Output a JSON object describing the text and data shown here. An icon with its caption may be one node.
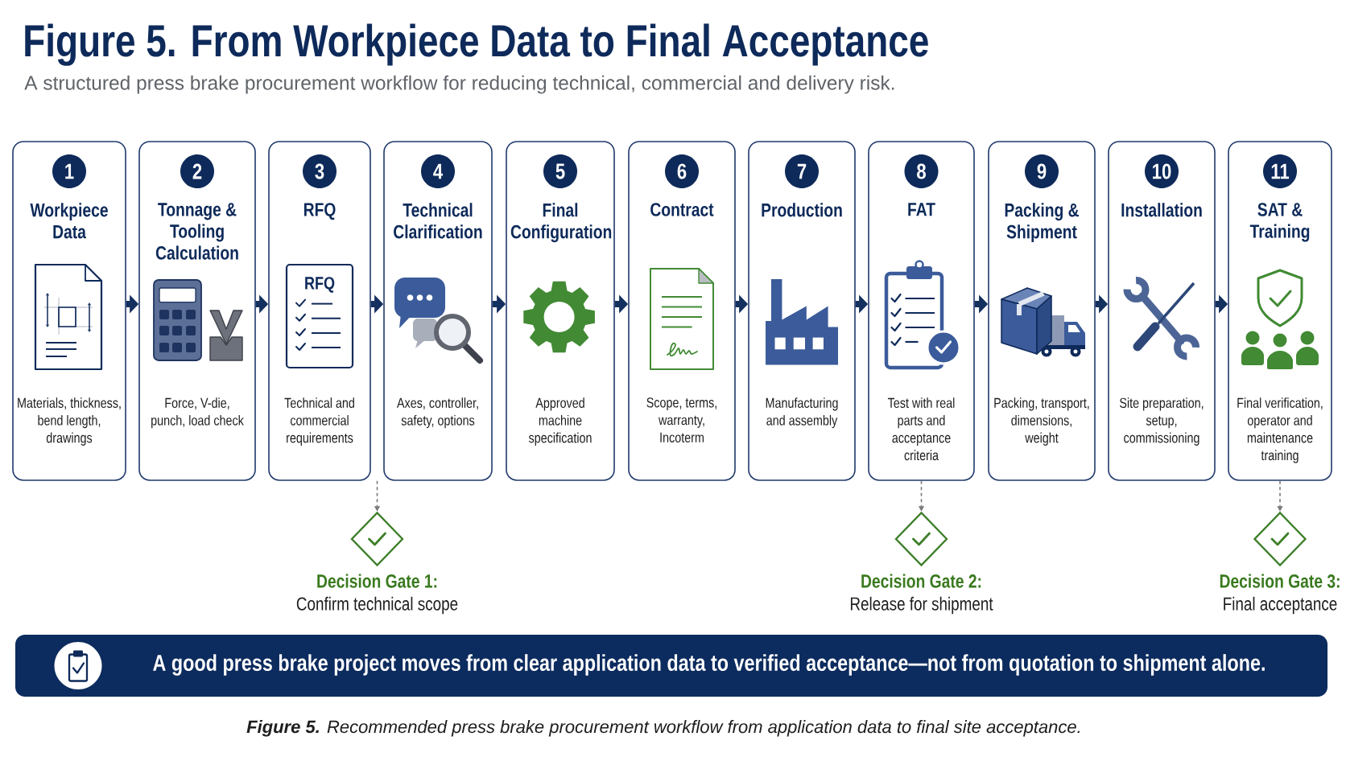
{
  "diagram": {
    "title": "Figure 5. From Workpiece Data to Final Acceptance",
    "caption": "**Figure 5.** Recommended press brake procurement workflow from application data to final site acceptance.",
    "nodes": [
      {
        "text": [
          "Workpiece Data",
          "Materials, thickness, bend length, drawings"
        ]
      },
      {
        "text": [
          "1"
        ],
        "in": 0
      },
      {
        "text": [
          "Tonnage & Tooling Calculation",
          "Force, V-die, punch, load check"
        ]
      },
      {
        "text": [
          "2"
        ],
        "in": 2
      },
      {
        "text": [
          "RFQ",
          "Technical and commercial requirements"
        ]
      },
      {
        "text": [
          "3"
        ],
        "in": 4
      },
      {
        "text": [
          "RFQ"
        ],
        "in": 4
      },
      {
        "text": [
          "Technical Clarification",
          "Axes, controller, safety, options"
        ]
      },
      {
        "text": [
          "4"
        ],
        "in": 7
      },
      {
        "text": [
          "Final Configuration",
          "Approved machine specification"
        ]
      },
      {
        "text": [
          "5"
        ],
        "in": 9
      },
      {
        "text": [
          "Contract",
          "Scope, terms, warranty, Incoterm"
        ]
      },
      {
        "text": [
          "6"
        ],
        "in": 11
      },
      {
        "text": [
          "Production",
          "Manufacturing and assembly"
        ]
      },
      {
        "text": [
          "7"
        ],
        "in": 13
      },
      {
        "text": [
          "FAT",
          "Test with real parts and acceptance criteria"
        ]
      },
      {
        "text": [
          "8"
        ],
        "in": 15
      },
      {
        "text": [
          "Packing & Shipment",
          "Packing, transport, dimensions, weight"
        ]
      },
      {
        "text": [
          "9"
        ],
        "in": 17
      },
      {
        "text": [
          "Installation",
          "Site preparation, setup, commissioning"
        ]
      },
      {
        "text": [
          "10"
        ],
        "in": 19
      },
      {
        "text": [
          "SAT & Training",
          "Final verification, operator and maintenance training"
        ]
      },
      {
        "text": [
          "11"
        ],
        "in": 21
      },
      {
        "text": [],
        "shape": "diamond",
        "beside": [
          "Decision Gate 1:",
          "Confirm technical scope"
        ]
      },
      {
        "text": [],
        "shape": "diamond",
        "beside": [
          "Decision Gate 2:",
          "Release for shipment"
        ]
      },
      {
        "text": [],
        "shape": "diamond",
        "beside": [
          "Decision Gate 3:",
          "Final acceptance"
        ]
      },
      {
        "text": [
          "A good press brake project moves from clear application data to verified acceptance—not from quotation to shipment alone."
        ]
      }
    ],
    "edges": [
      {
        "from": 0,
        "to": 2,
        "arrow": "to"
      },
      {
        "from": 2,
        "to": 4,
        "arrow": "to"
      },
      {
        "from": 4,
        "to": 7,
        "arrow": "to"
      },
      {
        "from": 7,
        "to": 9,
        "arrow": "to"
      },
      {
        "from": 9,
        "to": 11,
        "arrow": "to"
      },
      {
        "from": 11,
        "to": 13,
        "arrow": "to"
      },
      {
        "from": 13,
        "to": 15,
        "arrow": "to"
      },
      {
        "from": 15,
        "to": 17,
        "arrow": "to"
      },
      {
        "from": 17,
        "to": 19,
        "arrow": "to"
      },
      {
        "from": 19,
        "to": 21,
        "arrow": "to"
      },
      {
        "from": 4,
        "to": 23,
        "arrow": "to",
        "style": "dashed",
        "color": "#7a7a7a"
      },
      {
        "from": 15,
        "to": 24,
        "arrow": "to",
        "style": "dashed",
        "color": "#7a7a7a"
      },
      {
        "from": 21,
        "to": 25,
        "arrow": "to",
        "style": "dashed",
        "color": "#7a7a7a"
      }
    ],
    "labels": [
      "A structured press brake procurement workflow for reducing technical, commercial and delivery risk."
    ]
  }
}
